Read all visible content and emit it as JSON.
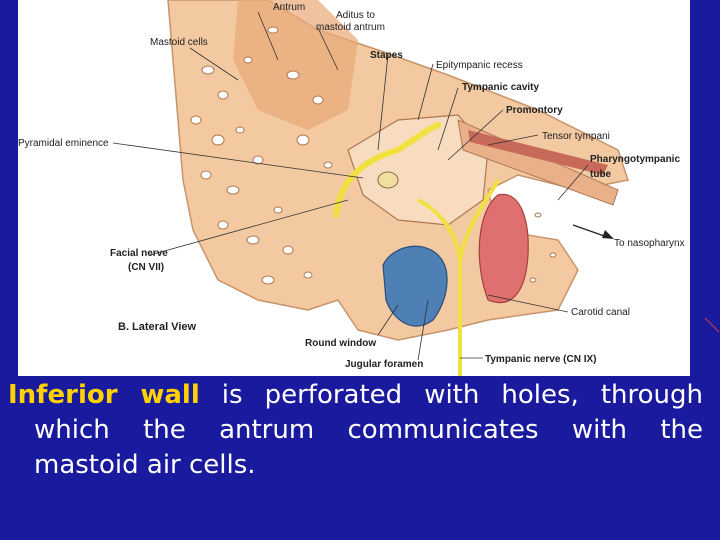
{
  "figure": {
    "labels": {
      "antrum": "Antrum",
      "aditus_1": "Aditus to",
      "aditus_2": "mastoid antrum",
      "mastoid_cells": "Mastoid cells",
      "stapes": "Stapes",
      "epitympanic_recess": "Epitympanic recess",
      "tympanic_cavity": "Tympanic cavity",
      "promontory": "Promontory",
      "tensor_tympani": "Tensor tympani",
      "pyramidal_eminence": "Pyramidal eminence",
      "pharyngotympanic_1": "Pharyngotympanic",
      "pharyngotympanic_2": "tube",
      "facial_nerve_1": "Facial nerve",
      "facial_nerve_2": "(CN VII)",
      "to_nasopharynx": "To nasopharynx",
      "view_caption": "B. Lateral View",
      "carotid_canal": "Carotid canal",
      "round_window": "Round window",
      "jugular_foramen": "Jugular foramen",
      "tympanic_nerve": "Tympanic nerve (CN IX)"
    }
  },
  "caption": {
    "highlight": "Inferior wall",
    "line1_rest": " is perforated with holes, through",
    "line2": "which the antrum communicates with the",
    "line3": "mastoid air cells."
  },
  "colors": {
    "background": "#1a1a9e",
    "highlight": "#ffd200",
    "text": "#ffffff"
  }
}
